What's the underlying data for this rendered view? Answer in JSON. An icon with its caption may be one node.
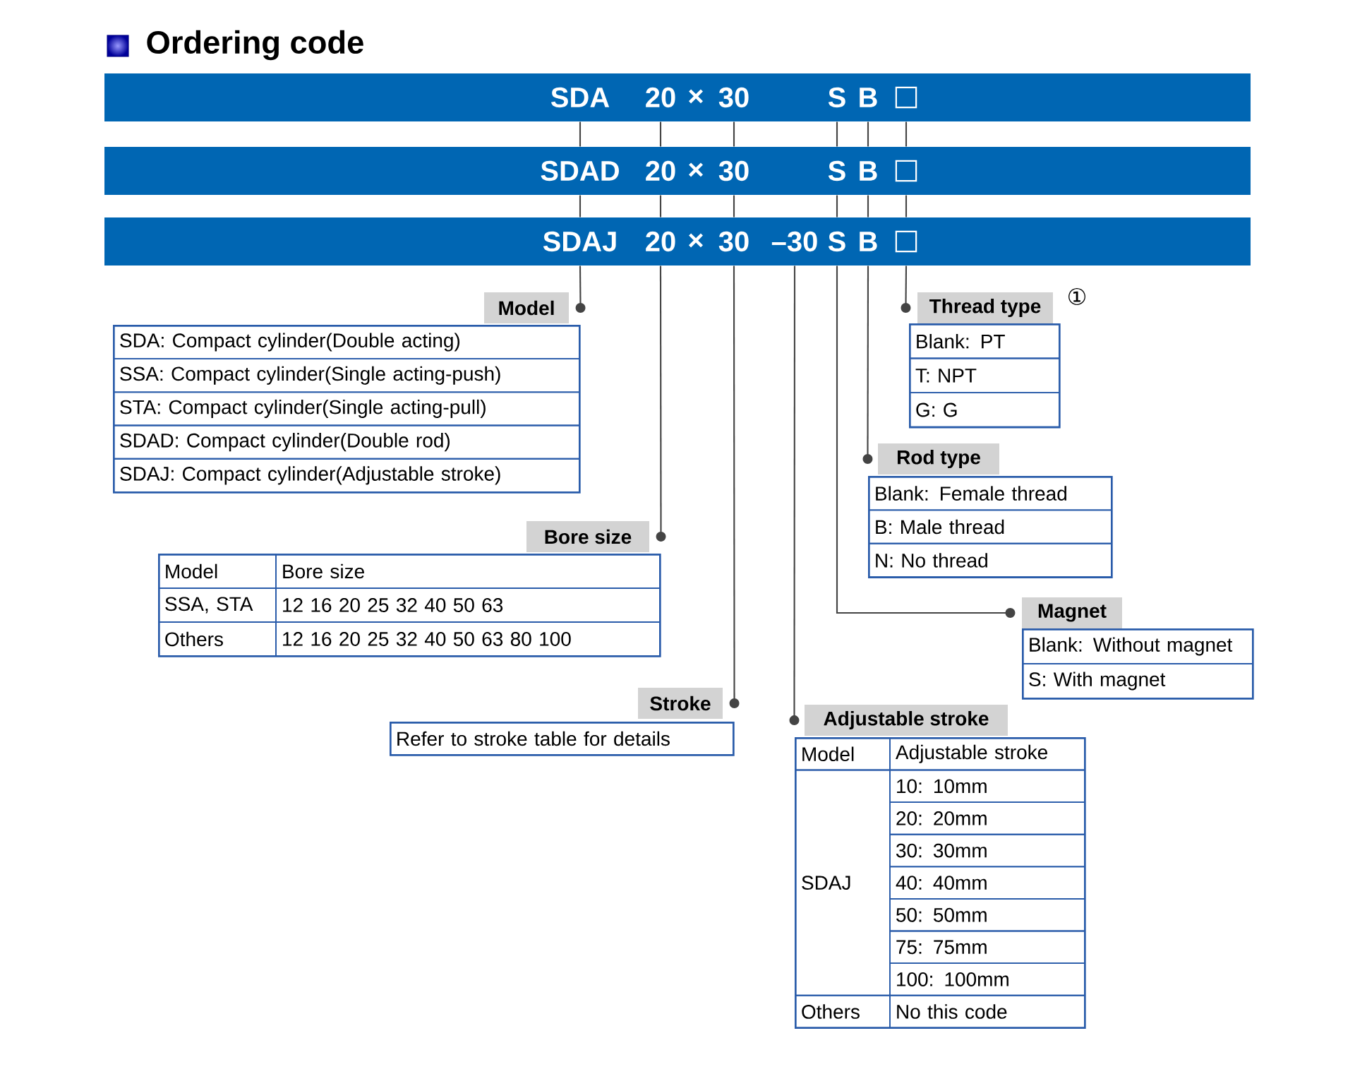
{
  "diagram": {
    "title": "Ordering code",
    "nodes": [
      {
        "text": [],
        "shape": "bar"
      },
      {
        "text": [
          "SDA"
        ],
        "in": 0
      },
      {
        "text": [
          "20"
        ],
        "in": 0
      },
      {
        "text": [
          "×"
        ],
        "in": 0
      },
      {
        "text": [
          "30"
        ],
        "in": 0
      },
      {
        "text": [
          "S"
        ],
        "in": 0
      },
      {
        "text": [
          "B"
        ],
        "in": 0
      },
      {
        "text": [
          "□"
        ],
        "in": 0
      },
      {
        "text": [],
        "shape": "bar"
      },
      {
        "text": [
          "SDAD"
        ],
        "in": 8
      },
      {
        "text": [
          "20"
        ],
        "in": 8
      },
      {
        "text": [
          "×"
        ],
        "in": 8
      },
      {
        "text": [
          "30"
        ],
        "in": 8
      },
      {
        "text": [
          "S"
        ],
        "in": 8
      },
      {
        "text": [
          "B"
        ],
        "in": 8
      },
      {
        "text": [
          "□"
        ],
        "in": 8
      },
      {
        "text": [],
        "shape": "bar"
      },
      {
        "text": [
          "SDAJ"
        ],
        "in": 16
      },
      {
        "text": [
          "20"
        ],
        "in": 16
      },
      {
        "text": [
          "×"
        ],
        "in": 16
      },
      {
        "text": [
          "30"
        ],
        "in": 16
      },
      {
        "text": [
          "–30"
        ],
        "in": 16
      },
      {
        "text": [
          "S"
        ],
        "in": 16
      },
      {
        "text": [
          "B"
        ],
        "in": 16
      },
      {
        "text": [
          "□"
        ],
        "in": 16
      },
      {
        "text": [
          "Model"
        ]
      },
      {
        "text": [
          "SDA: Compact cylinder(Double acting)",
          "SSA: Compact cylinder(Single acting-push)",
          "STA: Compact cylinder(Single acting-pull)",
          "SDAD: Compact cylinder(Double rod)",
          "SDAJ: Compact cylinder(Adjustable stroke)"
        ]
      },
      {
        "text": [
          "Bore size"
        ]
      },
      {
        "text": [
          "Model",
          "Bore size",
          "SSA, STA",
          "12 16 20 25 32 40 50 63",
          "Others",
          "12 16 20 25 32 40 50 63 80 100"
        ]
      },
      {
        "text": [
          "Stroke"
        ]
      },
      {
        "text": [
          "Refer to stroke table for details"
        ]
      },
      {
        "text": [
          "Adjustable stroke"
        ]
      },
      {
        "text": [
          "Model",
          "Adjustable stroke",
          "SDAJ",
          "10: 10mm",
          "20: 20mm",
          "30: 30mm",
          "40: 40mm",
          "50: 50mm",
          "75: 75mm",
          "100: 100mm",
          "Others",
          "No this code"
        ]
      },
      {
        "text": [
          "Thread type"
        ]
      },
      {
        "text": [
          "Blank: PT",
          "T: NPT",
          "G: G"
        ]
      },
      {
        "text": [
          "Rod type"
        ]
      },
      {
        "text": [
          "Blank: Female thread",
          "B: Male thread",
          "N: No thread"
        ]
      },
      {
        "text": [
          "Magnet"
        ]
      },
      {
        "text": [
          "Blank: Without magnet",
          "S: With magnet"
        ]
      }
    ],
    "edges": [
      {
        "from": 1,
        "to": 9,
        "arrow": "none"
      },
      {
        "from": 2,
        "to": 10,
        "arrow": "none"
      },
      {
        "from": 4,
        "to": 12,
        "arrow": "none"
      },
      {
        "from": 5,
        "to": 13,
        "arrow": "none"
      },
      {
        "from": 6,
        "to": 14,
        "arrow": "none"
      },
      {
        "from": 7,
        "to": 15,
        "arrow": "none"
      },
      {
        "from": 9,
        "to": 17,
        "arrow": "none"
      },
      {
        "from": 10,
        "to": 18,
        "arrow": "none"
      },
      {
        "from": 12,
        "to": 20,
        "arrow": "none"
      },
      {
        "from": 13,
        "to": 22,
        "arrow": "none"
      },
      {
        "from": 14,
        "to": 23,
        "arrow": "none"
      },
      {
        "from": 15,
        "to": 24,
        "arrow": "none"
      },
      {
        "from": 17,
        "to": 25,
        "arrow": "other"
      },
      {
        "from": 18,
        "to": 27,
        "arrow": "other"
      },
      {
        "from": 20,
        "to": 29,
        "arrow": "other"
      },
      {
        "from": 21,
        "to": 31,
        "arrow": "other"
      },
      {
        "from": 22,
        "to": 37,
        "arrow": "other"
      },
      {
        "from": 23,
        "to": 35,
        "arrow": "other"
      },
      {
        "from": 24,
        "to": 33,
        "arrow": "other"
      }
    ],
    "labels": [
      "①"
    ]
  }
}
